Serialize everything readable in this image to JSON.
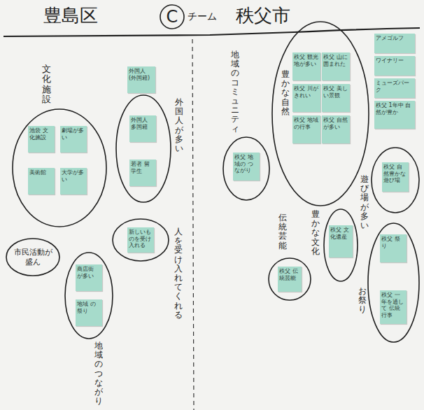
{
  "diagram": {
    "nodes": [
      {
        "text": [
          "C"
        ]
      },
      {
        "text": [
          "文化施設"
        ]
      },
      {
        "text": [
          "池袋 文化施設"
        ],
        "in": 1
      },
      {
        "text": [
          "劇場が多い"
        ],
        "in": 1
      },
      {
        "text": [
          "美術館"
        ],
        "in": 1
      },
      {
        "text": [
          "大学が多い"
        ],
        "in": 1
      },
      {
        "text": [
          "外国人が多い"
        ]
      },
      {
        "text": [
          "外国人 (外国籍)"
        ],
        "in": 6
      },
      {
        "text": [
          "外国人 多国籍"
        ],
        "in": 6
      },
      {
        "text": [
          "若者 留学生"
        ],
        "in": 6
      },
      {
        "text": [
          "市民活動が盛ん"
        ]
      },
      {
        "text": [
          "人を受け入れてくれる"
        ]
      },
      {
        "text": [
          "新しいものを受け入れる"
        ],
        "in": 11
      },
      {
        "text": [
          "地域のつながり"
        ]
      },
      {
        "text": [
          "商店街 が多い"
        ],
        "in": 13
      },
      {
        "text": [
          "地域 の祭り"
        ],
        "in": 13
      },
      {
        "text": [
          "地域のコミュニティ"
        ]
      },
      {
        "text": [
          "秩父 地域の つながり"
        ],
        "in": 16
      },
      {
        "text": [
          "豊かな自然"
        ]
      },
      {
        "text": [
          "秩父 観光地が多い"
        ],
        "in": 18
      },
      {
        "text": [
          "秩父 山に囲まれた"
        ],
        "in": 18
      },
      {
        "text": [
          "秩父 川がきれい"
        ],
        "in": 18
      },
      {
        "text": [
          "秩父 美しい景観"
        ],
        "in": 18
      },
      {
        "text": [
          "秩父 地域の行事"
        ],
        "in": 18
      },
      {
        "text": [
          "秩父 自然が多い"
        ],
        "in": 18
      },
      {
        "text": [
          "アメゴルフ"
        ]
      },
      {
        "text": [
          "ワイナリー"
        ]
      },
      {
        "text": [
          "ミューズパーク"
        ]
      },
      {
        "text": [
          "秩父 1年中 自然が豊か"
        ]
      },
      {
        "text": [
          "遊び場が多い"
        ]
      },
      {
        "text": [
          "秩父 自然豊かな 遊び場"
        ],
        "in": 29
      },
      {
        "text": [
          "伝統芸能"
        ]
      },
      {
        "text": [
          "秩父 伝統芸能"
        ],
        "in": 31
      },
      {
        "text": [
          "豊かな文化"
        ]
      },
      {
        "text": [
          "秩父 文化遺産"
        ],
        "in": 33
      },
      {
        "text": [
          "お祭り"
        ]
      },
      {
        "text": [
          "秩父 祭り"
        ],
        "in": 35
      },
      {
        "text": [
          "秩父 一年を通して 伝統行事"
        ],
        "in": 35
      }
    ],
    "labels": [
      "豊島区",
      "チーム",
      "秩父市"
    ]
  }
}
